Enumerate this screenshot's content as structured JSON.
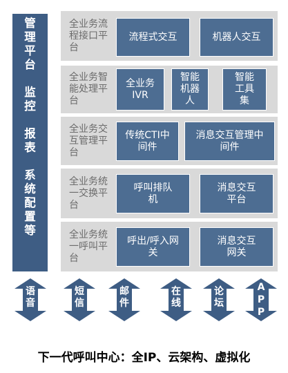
{
  "left_bar": {
    "groups": [
      [
        "管",
        "理",
        "平",
        "台"
      ],
      [
        "监",
        "控"
      ],
      [
        "报",
        "表"
      ],
      [
        "系",
        "统",
        "配",
        "置",
        "等"
      ]
    ]
  },
  "rows": [
    {
      "label": "全业务流程接口平台",
      "boxes": [
        "流程式交互",
        "机器人交互"
      ]
    },
    {
      "label": "全业务智能处理平台",
      "boxes": [
        "全业务IVR",
        "智能机器人",
        "智能工具集"
      ]
    },
    {
      "label": "全业务交互管理平台",
      "boxes": [
        "传统CTI中间件",
        "消息交互管理中间件"
      ]
    },
    {
      "label": "全业务统一交换平台",
      "boxes": [
        "呼叫排队机",
        "消息交互平台"
      ]
    },
    {
      "label": "全业务统一呼叫平台",
      "boxes": [
        "呼出/呼入网关",
        "消息交互网关"
      ]
    }
  ],
  "channels": [
    "语音",
    "短信",
    "邮件",
    "在线",
    "论坛",
    "APP"
  ],
  "footer": "下一代呼叫中心：全IP、云架构、虚拟化",
  "colors": {
    "dark_blue": "#3e5d84",
    "box_blue": "#4d6d92",
    "panel_gray": "#d9d9d9",
    "label_gray": "#6b6b6b"
  }
}
